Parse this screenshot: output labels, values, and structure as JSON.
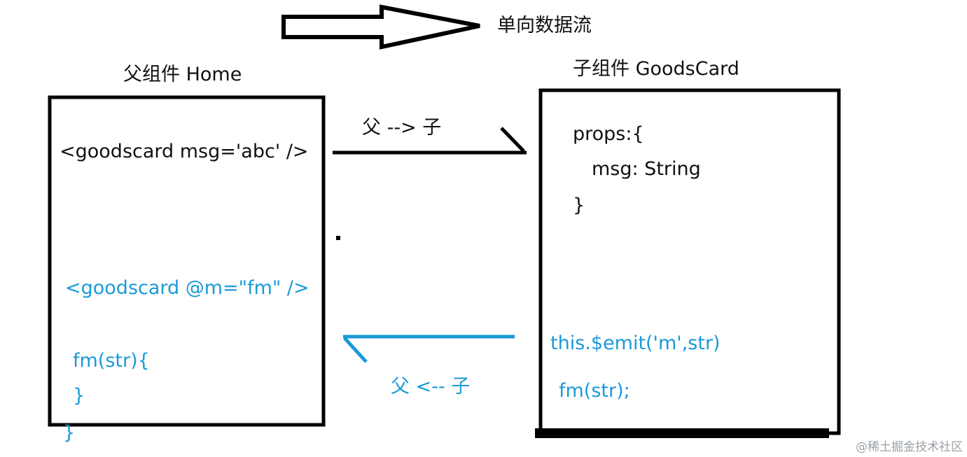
{
  "title": "单向数据流",
  "parent": {
    "label": "父组件  Home",
    "code_pass": "<goodscard  msg='abc' />",
    "code_listen": "<goodscard @m=\"fm\" />",
    "method_open": "fm(str){",
    "method_close": "}",
    "outer_close": "}"
  },
  "child": {
    "label": "子组件  GoodsCard",
    "props_open": "props:{",
    "props_field": "msg: String",
    "props_close": "}",
    "emit": "this.$emit('m',str)",
    "call": "fm(str);"
  },
  "arrows": {
    "down_label": "父 --> 子",
    "up_label": "父  <--  子"
  },
  "watermark": "@稀土掘金技术社区",
  "colors": {
    "blue": "#1a9ad8",
    "black": "#000000"
  }
}
